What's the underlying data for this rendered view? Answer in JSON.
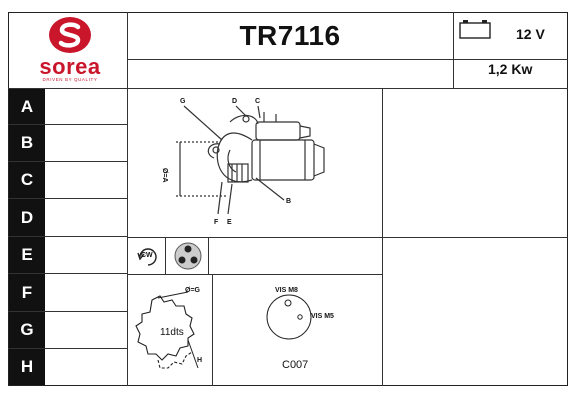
{
  "brand": {
    "name": "sorea",
    "tagline": "DRIVEN BY QUALITY",
    "logo_color": "#c9162b"
  },
  "part_number": "TR7116",
  "specs": {
    "voltage": "12 V",
    "power": "1,2 Kw"
  },
  "row_labels": [
    "A",
    "B",
    "C",
    "D",
    "E",
    "F",
    "G",
    "H"
  ],
  "drawing_labels": {
    "G": "G",
    "D": "D",
    "C": "C",
    "diameter": "Ø=A",
    "B": "B",
    "F": "F",
    "E": "E"
  },
  "rotation": "CW",
  "pinion": {
    "teeth": "11dts",
    "diameter_label": "Ø=G",
    "height_label": "H"
  },
  "mounting": {
    "screw_1": "VIS M8",
    "screw_2": "VIS M5",
    "code": "C007"
  }
}
